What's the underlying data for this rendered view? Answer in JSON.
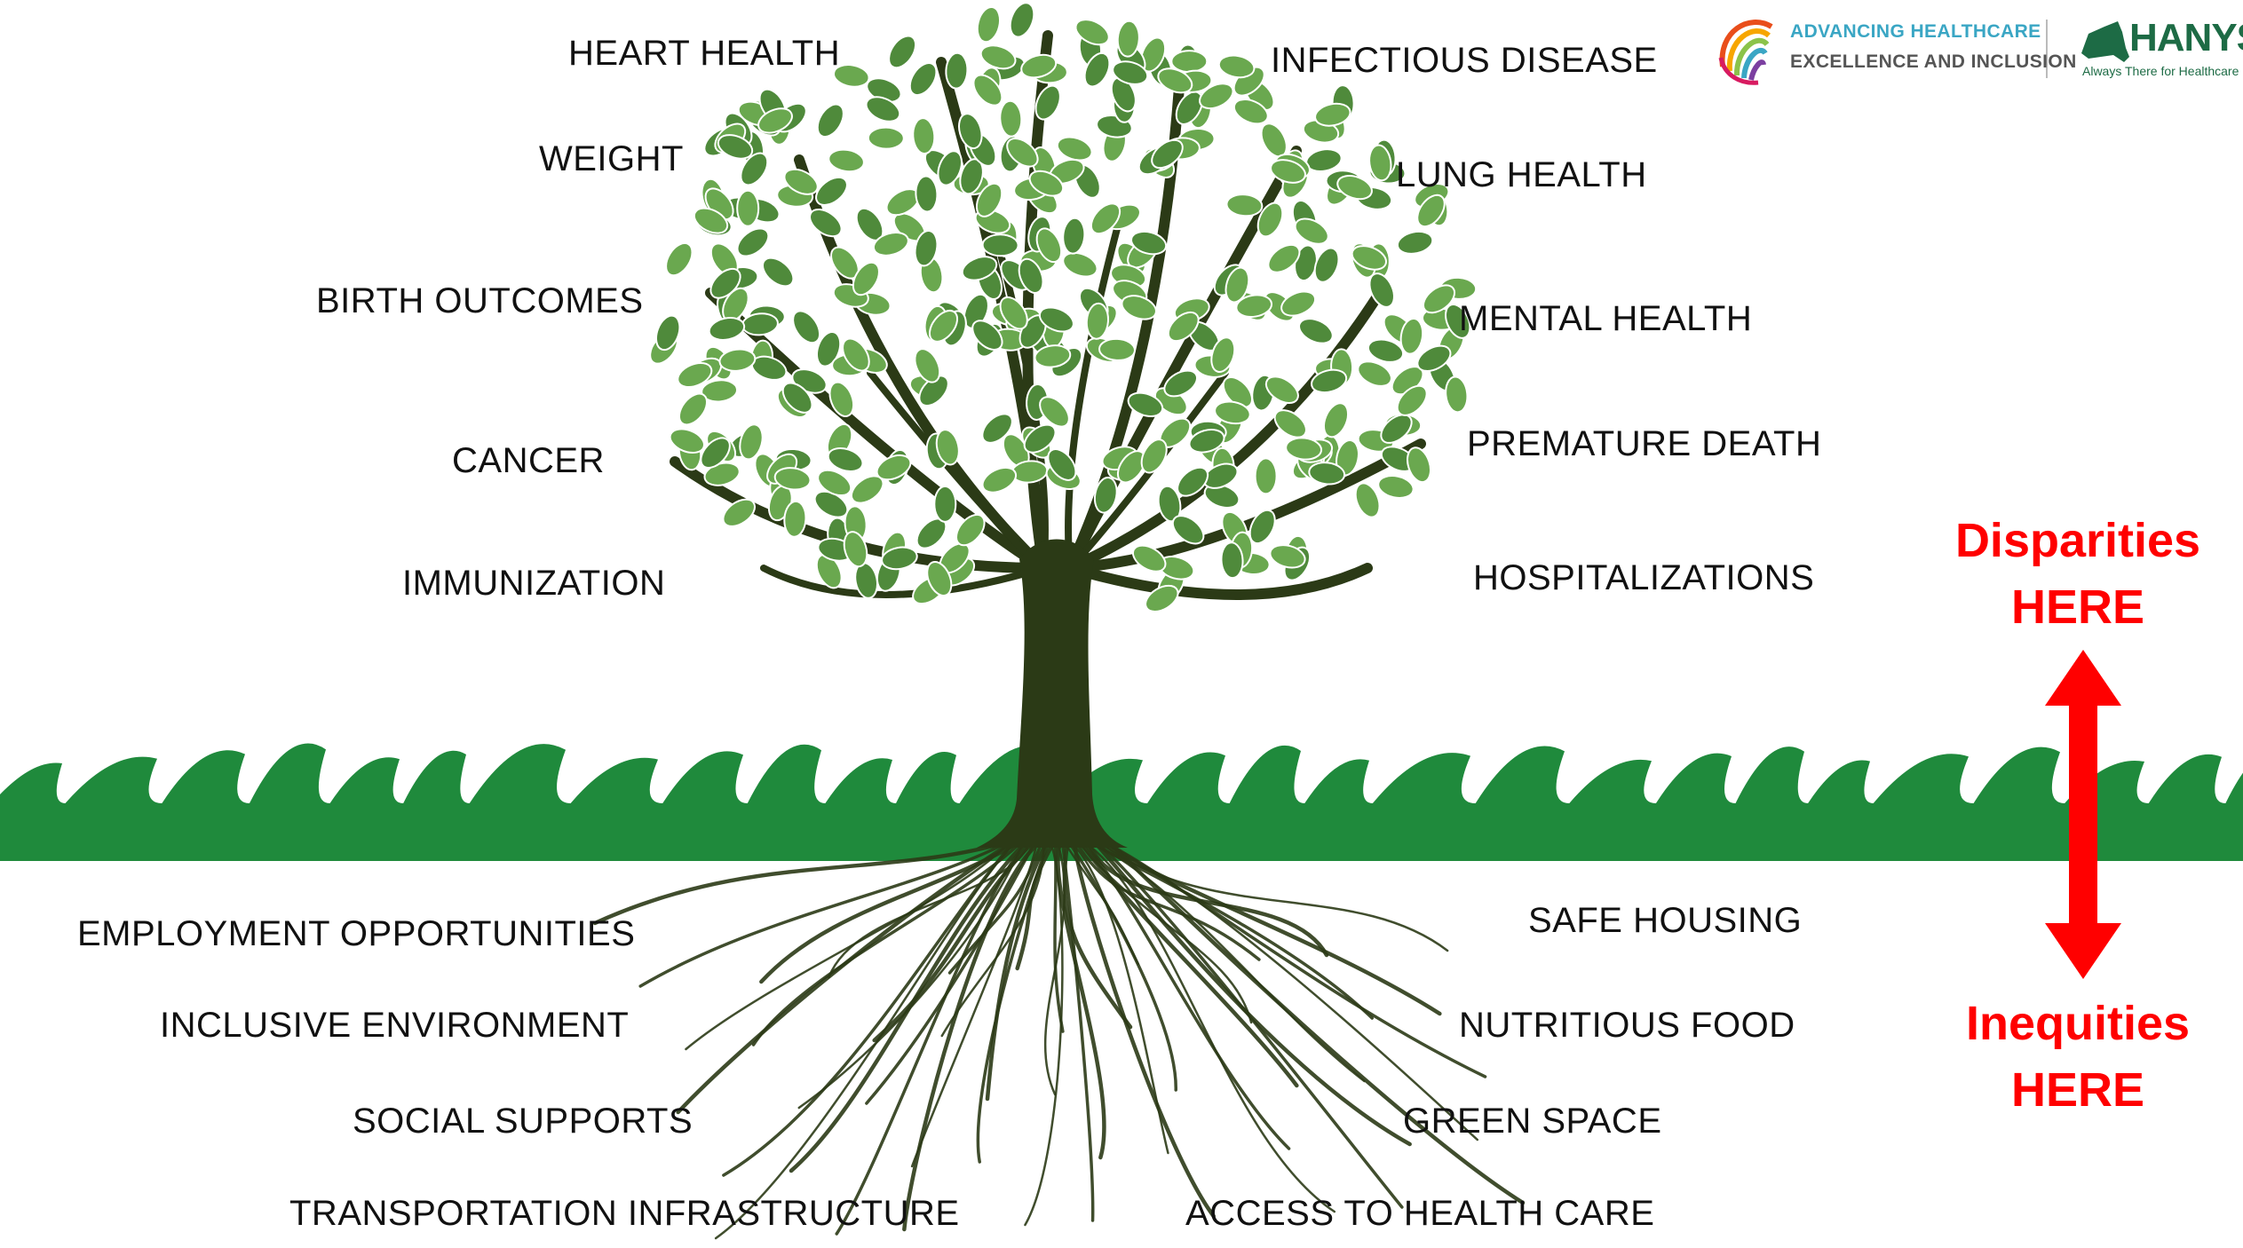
{
  "colors": {
    "leaf": "#6aa84f",
    "leaf_dark": "#4f8a3b",
    "trunk": "#2b3a16",
    "ground": "#1f8a3c",
    "arrow": "#ff0000",
    "text": "#111111",
    "logo_teal": "#3aa6c4",
    "logo_green": "#1d6b45"
  },
  "outcomes_left": [
    "HEART HEALTH",
    "WEIGHT",
    "BIRTH OUTCOMES",
    "CANCER",
    "IMMUNIZATION"
  ],
  "outcomes_right": [
    "INFECTIOUS DISEASE",
    "LUNG HEALTH",
    "MENTAL HEALTH",
    "PREMATURE DEATH",
    "HOSPITALIZATIONS"
  ],
  "roots_left": [
    "EMPLOYMENT OPPORTUNITIES",
    "INCLUSIVE ENVIRONMENT",
    "SOCIAL SUPPORTS",
    "TRANSPORTATION INFRASTRUCTURE"
  ],
  "roots_right": [
    "SAFE HOUSING",
    "NUTRITIOUS FOOD",
    "GREEN SPACE",
    "ACCESS TO HEALTH CARE"
  ],
  "disparities": {
    "word": "Disparities",
    "here": "HERE"
  },
  "inequities": {
    "word": "Inequities",
    "here": "HERE"
  },
  "logos": {
    "ahei_line1": "ADVANCING HEALTHCARE",
    "ahei_line2": "EXCELLENCE AND INCLUSION",
    "hanys_name": "HANYS",
    "hanys_tagline": "Always There for Healthcare"
  }
}
